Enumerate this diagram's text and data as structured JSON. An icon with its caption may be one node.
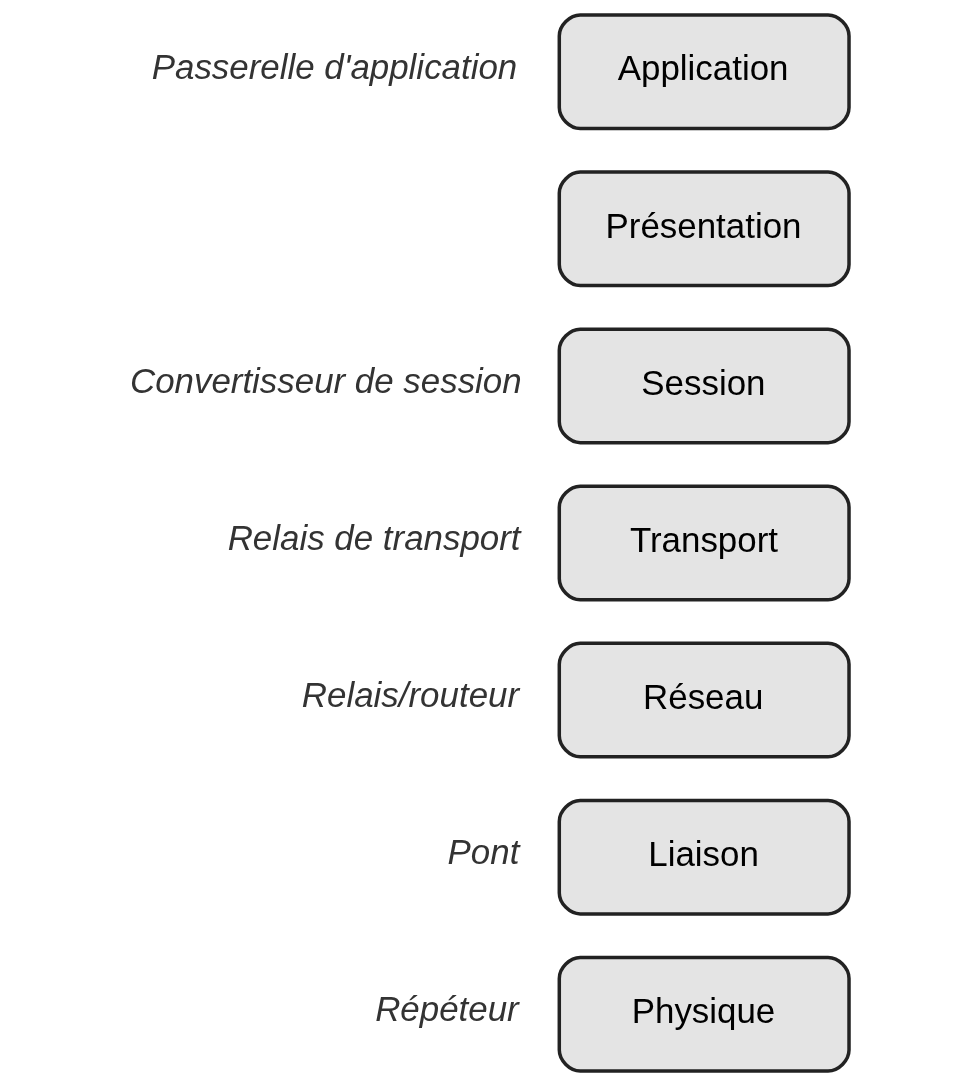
{
  "diagram": {
    "nodes": [
      {
        "text": [
          "Application"
        ],
        "beside": [
          "Passerelle d'application"
        ]
      },
      {
        "text": [
          "Présentation"
        ]
      },
      {
        "text": [
          "Session"
        ],
        "beside": [
          "Convertisseur de session"
        ]
      },
      {
        "text": [
          "Transport"
        ],
        "beside": [
          "Relais de transport"
        ]
      },
      {
        "text": [
          "Réseau"
        ],
        "beside": [
          "Relais/routeur"
        ]
      },
      {
        "text": [
          "Liaison"
        ],
        "beside": [
          "Pont"
        ]
      },
      {
        "text": [
          "Physique"
        ],
        "beside": [
          "Répéteur"
        ]
      }
    ]
  }
}
